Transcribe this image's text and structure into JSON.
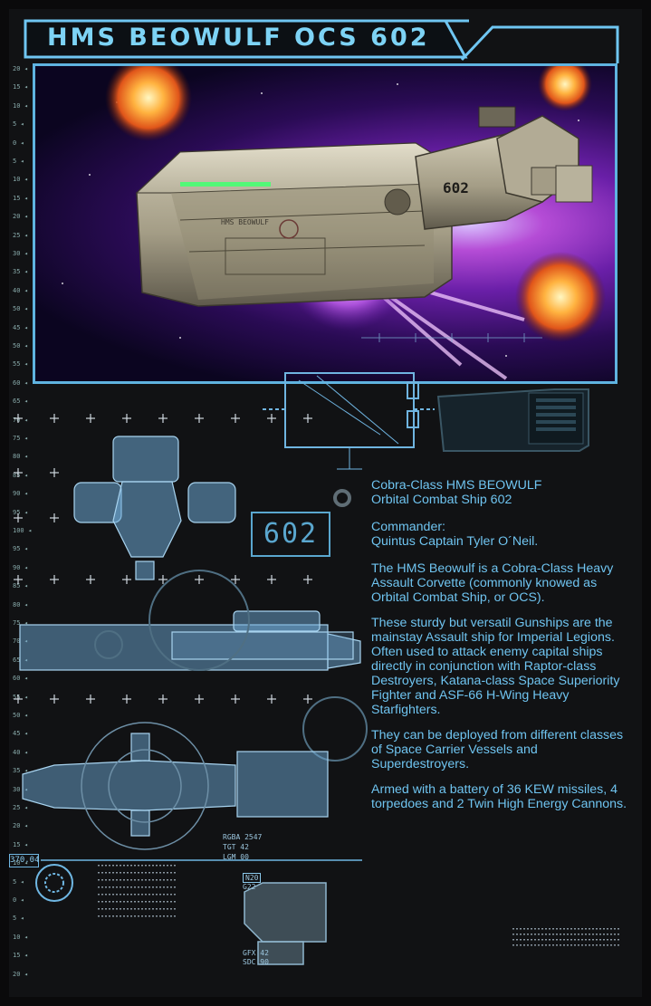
{
  "title": "HMS BEOWULF OCS 602",
  "hero": {
    "hull_number": "602",
    "hull_name": "HMS BEOWULF"
  },
  "readout": {
    "display_number": "602",
    "gauge_value": "370.04"
  },
  "telemetry": {
    "line1": "RGBA 2547",
    "line2": "TGT    42",
    "line3": "LGM       00",
    "code1": "N20",
    "code2": "G22",
    "line4": "GFX   42",
    "line5": "SDC   90"
  },
  "ruler_ticks": [
    "20",
    "15",
    "10",
    "5",
    "0",
    "5",
    "10",
    "15",
    "20",
    "25",
    "30",
    "35",
    "40",
    "50",
    "45",
    "50",
    "55",
    "60",
    "65",
    "70",
    "75",
    "80",
    "85",
    "90",
    "95",
    "100",
    "95",
    "90",
    "85",
    "80",
    "75",
    "70",
    "65",
    "60",
    "55",
    "50",
    "45",
    "40",
    "35",
    "30",
    "25",
    "20",
    "15",
    "10",
    "5",
    "0",
    "5",
    "10",
    "15",
    "20"
  ],
  "info": {
    "heading1": "Cobra-Class HMS BEOWULF",
    "heading2": "Orbital Combat Ship  602",
    "commander_label": "Commander:",
    "commander_name": "Quintus Captain Tyler O´Neil.",
    "para1": "The HMS Beowulf is a Cobra-Class Heavy Assault Corvette (commonly knowed as Orbital Combat Ship, or OCS).",
    "para2": "These sturdy but versatil Gunships are the mainstay Assault ship for Imperial Legions. Often used to attack enemy capital ships directly in conjunction with Raptor-class Destroyers, Katana-class Space Superiority Fighter and ASF-66 H-Wing Heavy Starfighters.",
    "para3": "They can be deployed from different classes of Space Carrier Vessels and Superdestroyers.",
    "para4": "Armed with a battery of 36 KEW missiles, 4 torpedoes and 2 Twin High Energy Cannons."
  },
  "colors": {
    "accent": "#7dd3f5",
    "blueprint": "#5aa7cf",
    "background": "#111214"
  }
}
